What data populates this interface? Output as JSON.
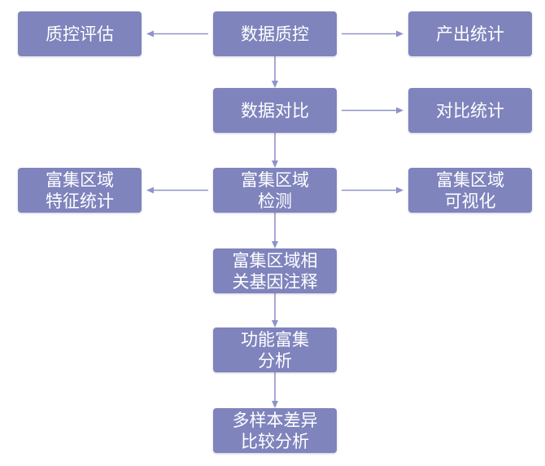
{
  "colors": {
    "box_fill": "#7f84bd",
    "box_text": "#ffffff",
    "connector": "#8f93c9",
    "background": "#ffffff"
  },
  "nodes": {
    "qc_assessment": {
      "label": "质控评估"
    },
    "data_qc": {
      "label": "数据质控"
    },
    "output_stats": {
      "label": "产出统计"
    },
    "data_alignment": {
      "label": "数据对比"
    },
    "alignment_stats": {
      "label": "对比统计"
    },
    "enriched_feature_stats": {
      "label": "富集区域\n特征统计"
    },
    "enriched_detection": {
      "label": "富集区域\n检测"
    },
    "enriched_visualization": {
      "label": "富集区域\n可视化"
    },
    "gene_annotation": {
      "label": "富集区域相\n关基因注释"
    },
    "functional_enrichment": {
      "label": "功能富集\n分析"
    },
    "differential_comparison": {
      "label": "多样本差异\n比较分析"
    }
  },
  "edges": [
    {
      "from": "data_qc",
      "to": "qc_assessment"
    },
    {
      "from": "data_qc",
      "to": "output_stats"
    },
    {
      "from": "data_qc",
      "to": "data_alignment"
    },
    {
      "from": "data_alignment",
      "to": "alignment_stats"
    },
    {
      "from": "data_alignment",
      "to": "enriched_detection"
    },
    {
      "from": "enriched_detection",
      "to": "enriched_feature_stats"
    },
    {
      "from": "enriched_detection",
      "to": "enriched_visualization"
    },
    {
      "from": "enriched_detection",
      "to": "gene_annotation"
    },
    {
      "from": "gene_annotation",
      "to": "functional_enrichment"
    },
    {
      "from": "functional_enrichment",
      "to": "differential_comparison"
    }
  ]
}
